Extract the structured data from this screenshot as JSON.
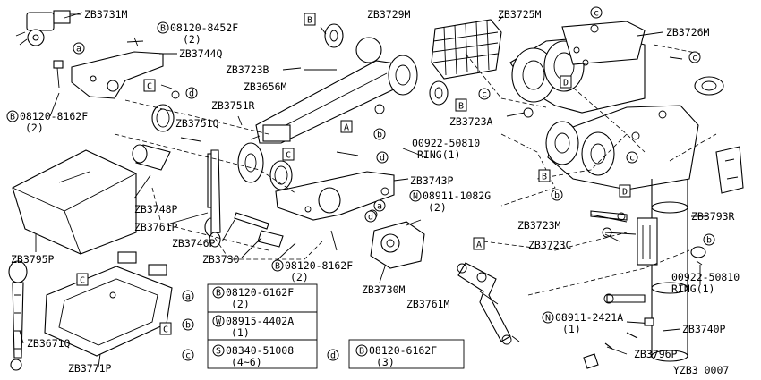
{
  "callouts": {
    "zb3731m": "ZB3731M",
    "zb3744q": "ZB3744Q",
    "zb3729m": "ZB3729M",
    "zb3725m": "ZB3725M",
    "zb3726m": "ZB3726M",
    "zb3723b": "ZB3723B",
    "zb3656m": "ZB3656M",
    "zb3751r": "ZB3751R",
    "zb3751q": "ZB3751Q",
    "zb3723a": "ZB3723A",
    "zb3748p": "ZB3748P",
    "zb3761p": "ZB3761P",
    "zb3746p": "ZB3746P",
    "zb3730": "ZB3730",
    "zb3795p": "ZB3795P",
    "zb3743p": "ZB3743P",
    "zb3730m": "ZB3730M",
    "zb3723m": "ZB3723M",
    "zb3723c": "ZB3723C",
    "zb3793r": "ZB3793R",
    "zb3761m": "ZB3761M",
    "zb3740p": "ZB3740P",
    "zb3796p": "ZB3796P",
    "zb3671q": "ZB3671Q",
    "zb3771p": "ZB3771P"
  },
  "bolts": {
    "b_8452f": "08120-8452F",
    "b_8452f_qty": "(2)",
    "b_8162f_left": "08120-8162F",
    "b_8162f_left_qty": "(2)",
    "b_8162f_mid": "08120-8162F",
    "b_8162f_mid_qty": "(2)",
    "n_1082g": "08911-1082G",
    "n_1082g_qty": "(2)",
    "n_2421a": "08911-2421A",
    "n_2421a_qty": "(1)",
    "ring_top": "00922-50810",
    "ring_top_note": "RING(1)",
    "ring_right": "00922-50810",
    "ring_right_note": "RING(1)"
  },
  "prefix": {
    "B": "B",
    "N": "N",
    "W": "W",
    "S": "S"
  },
  "markers": {
    "a": "a",
    "b": "b",
    "c": "c",
    "d": "d"
  },
  "views": {
    "A": "A",
    "B": "B",
    "C": "C",
    "D": "D"
  },
  "legend": {
    "a_part": "08120-6162F",
    "a_qty": "(2)",
    "b_part": "08915-4402A",
    "b_qty": "(1)",
    "c_part": "08340-51008",
    "c_qty": "(4~6)",
    "d_part": "08120-6162F",
    "d_qty": "(3)"
  },
  "diagram_id": "YZB3 0007"
}
